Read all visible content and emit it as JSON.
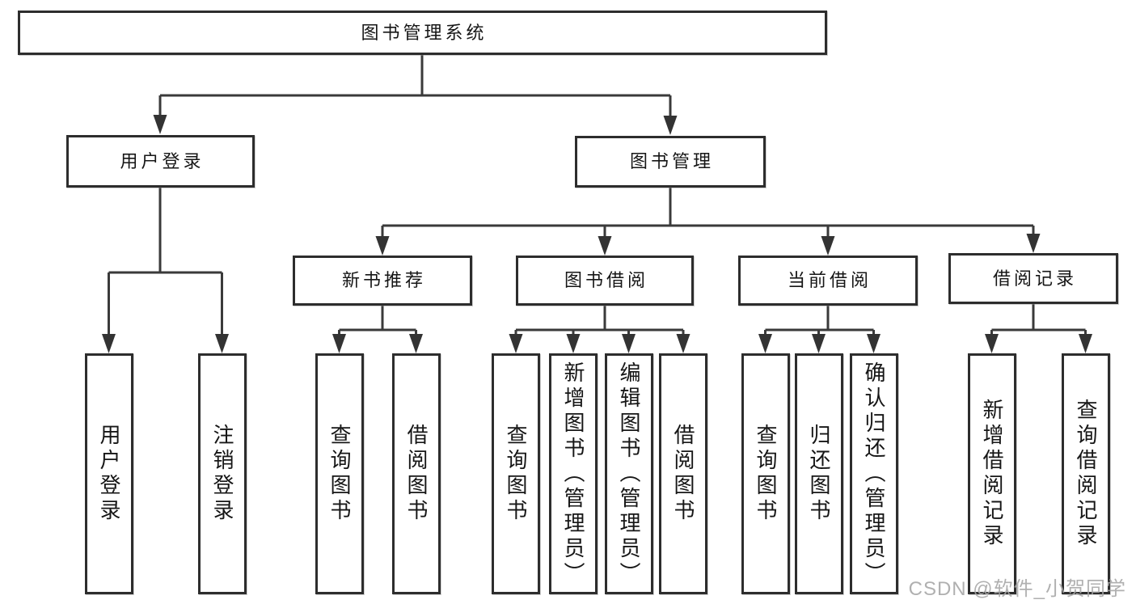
{
  "diagram": {
    "type": "hierarchy-diagram",
    "colors": {
      "background": "#ffffff",
      "box_border": "#2d2d2d",
      "box_fill": "#ffffff",
      "connector_line": "#3a3a3a",
      "arrowhead": "#333333",
      "text": "#161616",
      "watermark_text": "#a5a5a5"
    }
  },
  "tree": {
    "label": "图书管理系统",
    "children": [
      {
        "label": "用户登录",
        "children": [
          {
            "label": "用户登录"
          },
          {
            "label": "注销登录"
          }
        ]
      },
      {
        "label": "图书管理",
        "children": [
          {
            "label": "新书推荐",
            "children": [
              {
                "label": "查询图书"
              },
              {
                "label": "借阅图书"
              }
            ]
          },
          {
            "label": "图书借阅",
            "children": [
              {
                "label": "查询图书"
              },
              {
                "label": "新增图书（管理员）"
              },
              {
                "label": "编辑图书（管理员）"
              },
              {
                "label": "借阅图书"
              }
            ]
          },
          {
            "label": "当前借阅",
            "children": [
              {
                "label": "查询图书"
              },
              {
                "label": "归还图书"
              },
              {
                "label": "确认归还（管理员）"
              }
            ]
          },
          {
            "label": "借阅记录",
            "children": [
              {
                "label": "新增借阅记录"
              },
              {
                "label": "查询借阅记录"
              }
            ]
          }
        ]
      }
    ]
  },
  "watermark": {
    "text": "CSDN @软件_小贺同学"
  }
}
